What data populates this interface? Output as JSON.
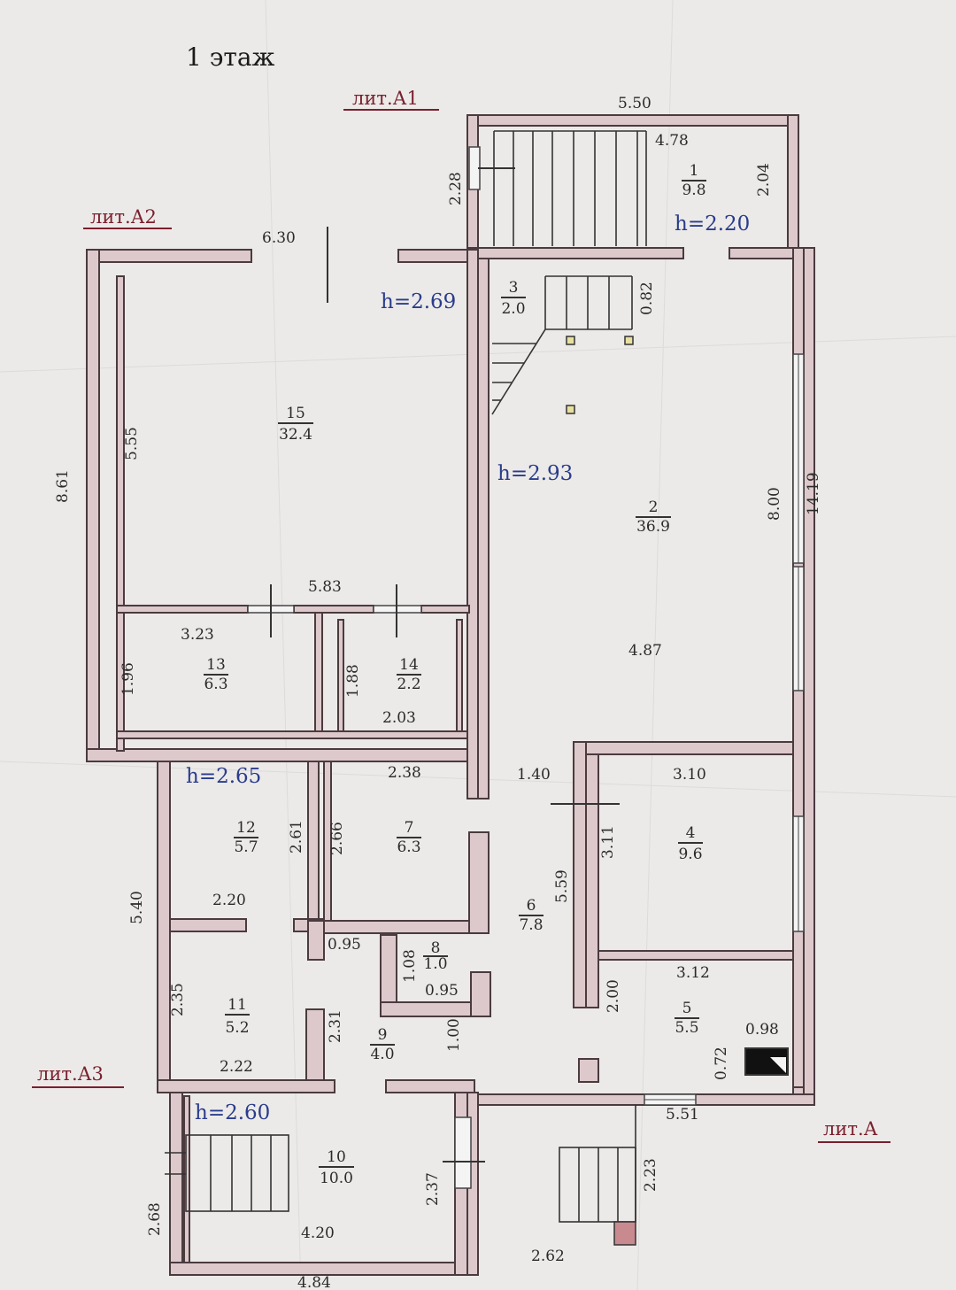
{
  "title": "1 этаж",
  "liters": {
    "a1": "лит.А1",
    "a2": "лит.А2",
    "a3": "лит.А3",
    "a": "лит.А"
  },
  "heights": {
    "r1": "h=2.20",
    "r15": "h=2.69",
    "r2": "h=2.93",
    "r12": "h=2.65",
    "r10": "h=2.60"
  },
  "rooms": [
    {
      "number": "1",
      "area": "9.8"
    },
    {
      "number": "2",
      "area": "36.9"
    },
    {
      "number": "3",
      "area": "2.0"
    },
    {
      "number": "4",
      "area": "9.6"
    },
    {
      "number": "5",
      "area": "5.5"
    },
    {
      "number": "6",
      "area": "7.8"
    },
    {
      "number": "7",
      "area": "6.3"
    },
    {
      "number": "8",
      "area": "1.0"
    },
    {
      "number": "9",
      "area": "4.0"
    },
    {
      "number": "10",
      "area": "10.0"
    },
    {
      "number": "11",
      "area": "5.2"
    },
    {
      "number": "12",
      "area": "5.7"
    },
    {
      "number": "13",
      "area": "6.3"
    },
    {
      "number": "14",
      "area": "2.2"
    },
    {
      "number": "15",
      "area": "32.4"
    }
  ],
  "dims": {
    "d550": "5.50",
    "d478": "4.78",
    "d204": "2.04",
    "d228": "2.28",
    "d630": "6.30",
    "d082": "0.82",
    "d555": "5.55",
    "d861": "8.61",
    "d800": "8.00",
    "d1419": "14.19",
    "d583": "5.83",
    "d323": "3.23",
    "d196": "1.96",
    "d188": "1.88",
    "d203": "2.03",
    "d487": "4.87",
    "d238": "2.38",
    "d140": "1.40",
    "d310": "3.10",
    "d261": "2.61",
    "d266": "2.66",
    "d311": "3.11",
    "d559": "5.59",
    "d540": "5.40",
    "d220": "2.20",
    "d095a": "0.95",
    "d108": "1.08",
    "d095b": "0.95",
    "d312": "3.12",
    "d235": "2.35",
    "d231": "2.31",
    "d100": "1.00",
    "d200": "2.00",
    "d098": "0.98",
    "d072": "0.72",
    "d222": "2.22",
    "d551": "5.51",
    "d237": "2.37",
    "d223": "2.23",
    "d268": "2.68",
    "d420": "4.20",
    "d262": "2.62",
    "d484": "4.84"
  }
}
